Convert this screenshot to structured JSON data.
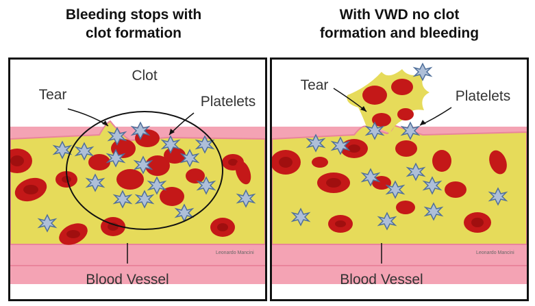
{
  "left_panel": {
    "heading_line1": "Bleeding stops with",
    "heading_line2": "clot formation",
    "labels": {
      "clot": "Clot",
      "tear": "Tear",
      "platelets": "Platelets",
      "vessel": "Blood Vessel"
    },
    "credit": "Leonardo  Mancini"
  },
  "right_panel": {
    "heading_line1": "With VWD no clot",
    "heading_line2": "formation and bleeding",
    "labels": {
      "tear": "Tear",
      "platelets": "Platelets",
      "vessel": "Blood Vessel"
    },
    "credit": "Leonardo  Mancini"
  },
  "colors": {
    "vessel_wall": "#f4a3b4",
    "vessel_wall_edge": "#e9849b",
    "plasma": "#e6db5a",
    "red_cell": "#c41818",
    "red_cell_center": "#a00f0f",
    "platelet": "#aebfd8",
    "platelet_edge": "#4f6f9a"
  }
}
